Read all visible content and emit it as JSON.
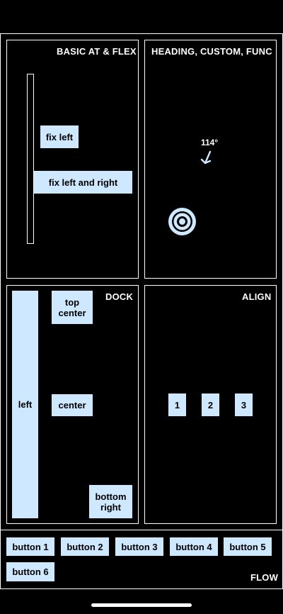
{
  "panels": {
    "basic": {
      "title": "BASIC AT & FLEX",
      "fix_left": "fix left",
      "fix_left_right": "fix left and right"
    },
    "heading": {
      "title": "HEADING, CUSTOM, FUNC",
      "angle": "114°",
      "arrow_icon": "arrow-icon",
      "target_icon": "target-icon"
    },
    "dock": {
      "title": "DOCK",
      "top_center": "top\ncenter",
      "left": "left",
      "center": "center",
      "bottom_right": "bottom\nright"
    },
    "align": {
      "title": "ALIGN",
      "items": [
        "1",
        "2",
        "3"
      ]
    },
    "flow": {
      "title": "FLOW",
      "buttons": [
        "button 1",
        "button 2",
        "button 3",
        "button 4",
        "button 5",
        "button 6"
      ]
    }
  },
  "colors": {
    "box": "#cde8ff",
    "background": "#000000",
    "border": "#ffffff"
  }
}
